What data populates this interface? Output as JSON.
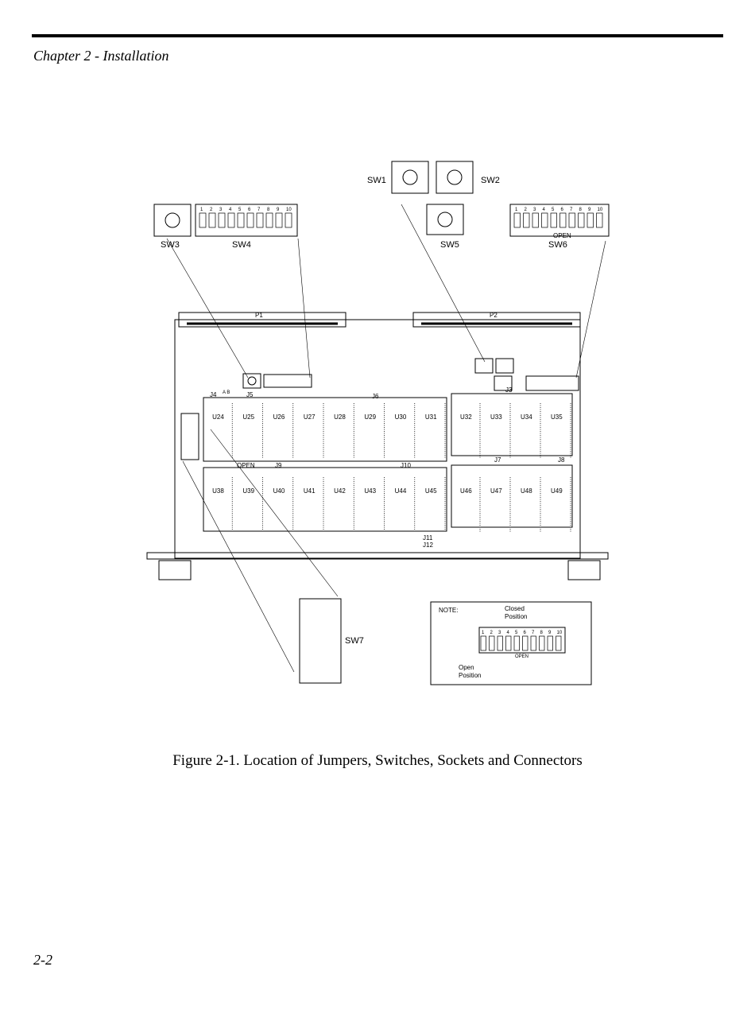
{
  "header": {
    "chapter": "Chapter 2 - Installation"
  },
  "figure": {
    "switches": {
      "sw1": "SW1",
      "sw2": "SW2",
      "sw3": "SW3",
      "sw4": "SW4",
      "sw5": "SW5",
      "sw6": "SW6",
      "sw7": "SW7"
    },
    "connectors": {
      "p1": "P1",
      "p2": "P2"
    },
    "jumpers": {
      "j3": "J3",
      "j4": "J4",
      "j5": "J5",
      "j6": "J6",
      "j7": "J7",
      "j8": "J8",
      "j9": "J9",
      "j10": "J10",
      "j11": "J11",
      "j12": "J12",
      "ab": "A B"
    },
    "sockets_row1": [
      "U24",
      "U25",
      "U26",
      "U27",
      "U28",
      "U29",
      "U30",
      "U31",
      "U32",
      "U33",
      "U34",
      "U35"
    ],
    "sockets_row2": [
      "U38",
      "U39",
      "U40",
      "U41",
      "U42",
      "U43",
      "U44",
      "U45",
      "U46",
      "U47",
      "U48",
      "U49"
    ],
    "dip_numbers": [
      "1",
      "2",
      "3",
      "4",
      "5",
      "6",
      "7",
      "8",
      "9",
      "10"
    ],
    "open_label": "OPEN",
    "note": {
      "title": "NOTE:",
      "closed": "Closed",
      "position": "Position",
      "open": "Open"
    }
  },
  "caption": "Figure 2-1.  Location of Jumpers, Switches, Sockets and Connectors",
  "footer": {
    "page": "2-2"
  }
}
